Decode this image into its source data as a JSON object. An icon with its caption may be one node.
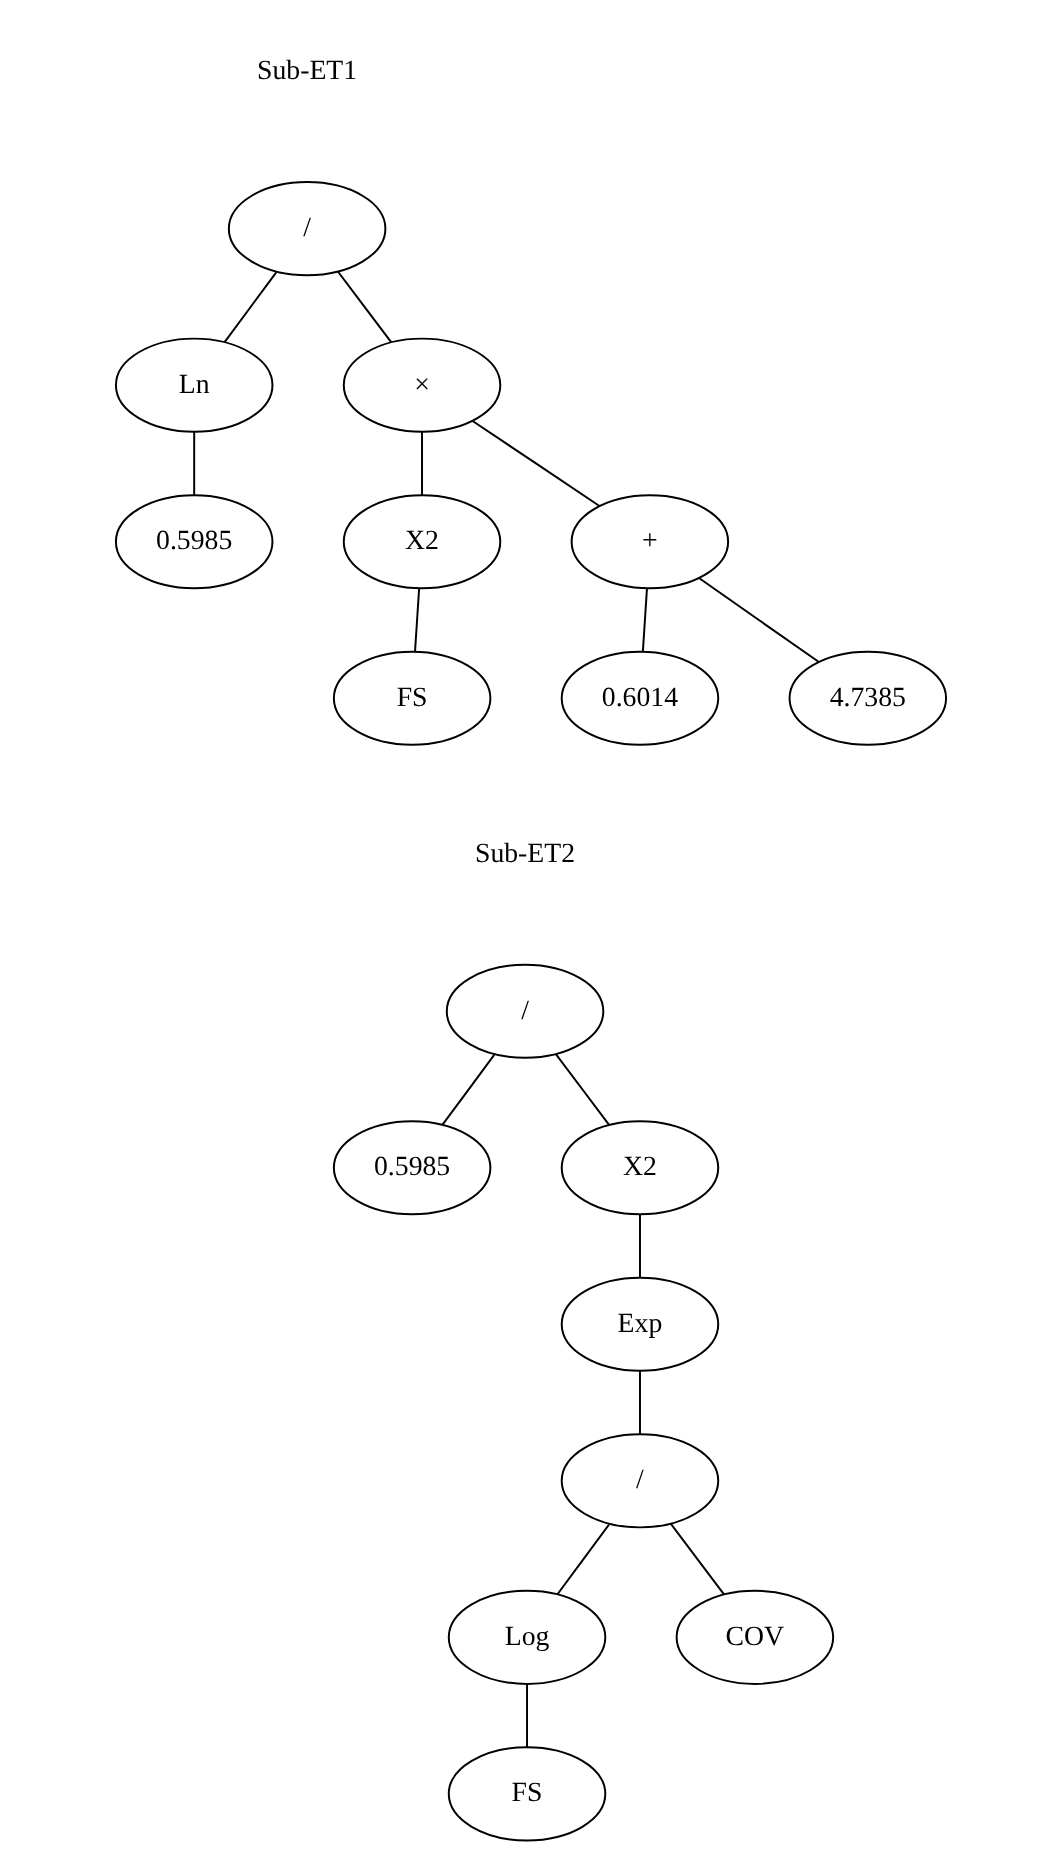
{
  "diagram": {
    "nodes": [
      {
        "text": [
          "/"
        ]
      },
      {
        "text": [
          "Ln"
        ]
      },
      {
        "text": [
          "×"
        ]
      },
      {
        "text": [
          "0.5985"
        ]
      },
      {
        "text": [
          "X2"
        ]
      },
      {
        "text": [
          "+"
        ]
      },
      {
        "text": [
          "FS"
        ]
      },
      {
        "text": [
          "0.6014"
        ]
      },
      {
        "text": [
          "4.7385"
        ]
      },
      {
        "text": [
          "/"
        ]
      },
      {
        "text": [
          "0.5985"
        ]
      },
      {
        "text": [
          "X2"
        ]
      },
      {
        "text": [
          "Exp"
        ]
      },
      {
        "text": [
          "/"
        ]
      },
      {
        "text": [
          "Log"
        ]
      },
      {
        "text": [
          "COV"
        ]
      },
      {
        "text": [
          "FS"
        ]
      }
    ],
    "edges": [
      {
        "from": 0,
        "to": 1,
        "arrow": "none"
      },
      {
        "from": 0,
        "to": 2,
        "arrow": "none"
      },
      {
        "from": 1,
        "to": 3,
        "arrow": "none"
      },
      {
        "from": 2,
        "to": 4,
        "arrow": "none"
      },
      {
        "from": 2,
        "to": 5,
        "arrow": "none"
      },
      {
        "from": 4,
        "to": 6,
        "arrow": "none"
      },
      {
        "from": 5,
        "to": 7,
        "arrow": "none"
      },
      {
        "from": 5,
        "to": 8,
        "arrow": "none"
      },
      {
        "from": 9,
        "to": 10,
        "arrow": "none"
      },
      {
        "from": 9,
        "to": 11,
        "arrow": "none"
      },
      {
        "from": 11,
        "to": 12,
        "arrow": "none"
      },
      {
        "from": 12,
        "to": 13,
        "arrow": "none"
      },
      {
        "from": 13,
        "to": 14,
        "arrow": "none"
      },
      {
        "from": 13,
        "to": 15,
        "arrow": "none"
      },
      {
        "from": 14,
        "to": 16,
        "arrow": "none"
      }
    ],
    "labels": [
      "Sub-ET1",
      "Sub-ET2"
    ]
  }
}
